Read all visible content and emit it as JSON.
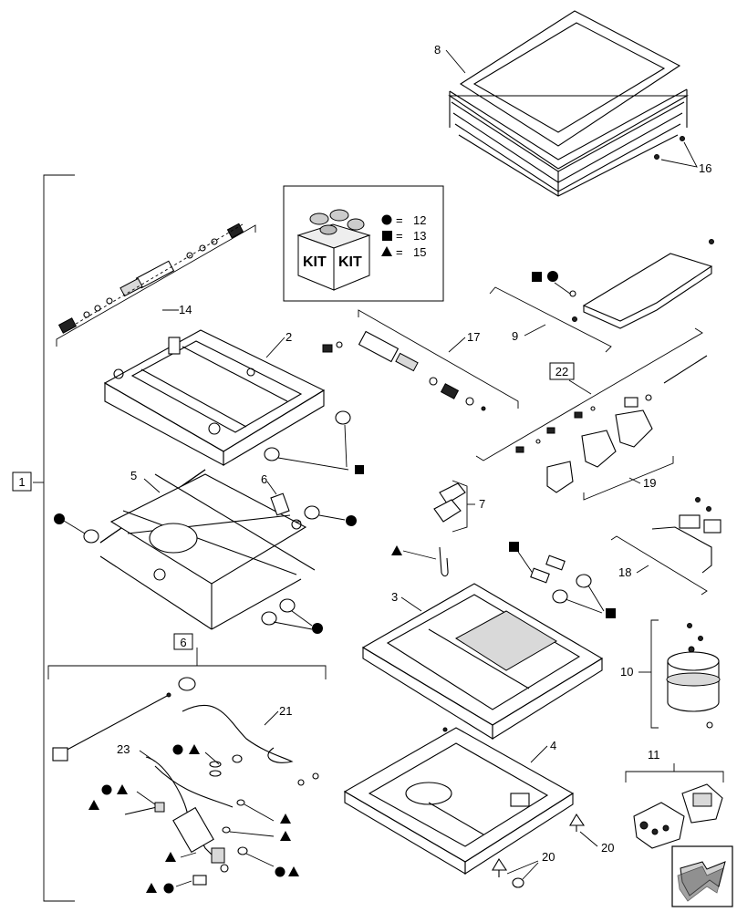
{
  "legend": {
    "kit_word": "KIT",
    "entries": [
      {
        "symbol": "circle",
        "eq": "=",
        "value": "12"
      },
      {
        "symbol": "square",
        "eq": "=",
        "value": "13"
      },
      {
        "symbol": "triangle",
        "eq": "=",
        "value": "15"
      }
    ]
  },
  "callouts": {
    "c1": "1",
    "c2": "2",
    "c3": "3",
    "c4": "4",
    "c5": "5",
    "c6": "6",
    "c6box": "6",
    "c7": "7",
    "c8": "8",
    "c9": "9",
    "c10": "10",
    "c11": "11",
    "c14": "14",
    "c16": "16",
    "c17": "17",
    "c18": "18",
    "c19": "19",
    "c20a": "20",
    "c20b": "20",
    "c21": "21",
    "c22": "22",
    "c23": "23"
  },
  "nav": {
    "icon": "next-page-arrow-icon"
  }
}
